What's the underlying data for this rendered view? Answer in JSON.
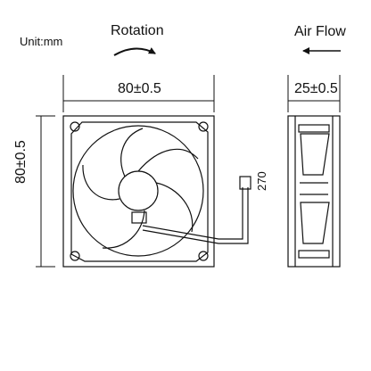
{
  "labels": {
    "unit": "Unit:mm",
    "rotation": "Rotation",
    "air_flow": "Air Flow",
    "front_width": "80±0.5",
    "front_height": "80±0.5",
    "side_depth": "25±0.5",
    "cable_length": "270"
  },
  "colors": {
    "line": "#111111",
    "background": "#ffffff"
  },
  "icons": {
    "rotation": "rotation-arrow-icon",
    "air_flow": "arrow-left-icon"
  }
}
